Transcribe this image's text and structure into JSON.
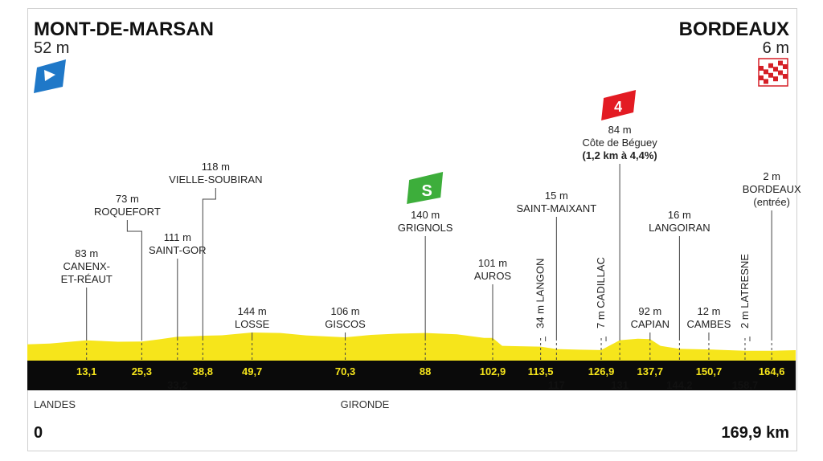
{
  "start": {
    "name": "MONT-DE-MARSAN",
    "altitude": "52 m",
    "icon": "start-flag-icon"
  },
  "finish": {
    "name": "BORDEAUX",
    "altitude": "6 m",
    "icon": "finish-checkered-flag-icon"
  },
  "regions": [
    "LANDES",
    "GIRONDE"
  ],
  "distance_start": "0",
  "distance_total": "169,9 km",
  "colors": {
    "profile": "#f6e51b",
    "bar": "#0a0a0a",
    "km_text": "#f6e51b",
    "sprint": "#3dae3b",
    "climb": "#e31b23",
    "start": "#1f78c8",
    "finish": "#d51f26"
  },
  "chart_data": {
    "type": "area",
    "title": "",
    "xlabel": "",
    "ylabel": "",
    "x_range": [
      0,
      169.9
    ],
    "x_unit": "km",
    "profile": [
      [
        0,
        52
      ],
      [
        5,
        58
      ],
      [
        13.1,
        83
      ],
      [
        20,
        72
      ],
      [
        25.3,
        73
      ],
      [
        29,
        90
      ],
      [
        33.2,
        111
      ],
      [
        36,
        114
      ],
      [
        38.8,
        118
      ],
      [
        43,
        122
      ],
      [
        49.7,
        144
      ],
      [
        56,
        140
      ],
      [
        62,
        120
      ],
      [
        70.3,
        106
      ],
      [
        76,
        125
      ],
      [
        82,
        135
      ],
      [
        88,
        140
      ],
      [
        95,
        130
      ],
      [
        101,
        101
      ],
      [
        102.9,
        101
      ],
      [
        105,
        40
      ],
      [
        110,
        36
      ],
      [
        113.5,
        34
      ],
      [
        117,
        15
      ],
      [
        122,
        10
      ],
      [
        126.9,
        7
      ],
      [
        131,
        84
      ],
      [
        135,
        95
      ],
      [
        137.7,
        92
      ],
      [
        140,
        40
      ],
      [
        144.2,
        16
      ],
      [
        150.7,
        12
      ],
      [
        155,
        6
      ],
      [
        158.7,
        2
      ],
      [
        164.6,
        2
      ],
      [
        169.9,
        6
      ]
    ],
    "waypoints": [
      {
        "km": "13,1",
        "alt": "83 m",
        "name": "CANENX-\nET-RÉAUT"
      },
      {
        "km": "25,3",
        "alt": "73 m",
        "name": "ROQUEFORT"
      },
      {
        "km": "33,2",
        "alt": "111 m",
        "name": "SAINT-GOR"
      },
      {
        "km": "38,8",
        "alt": "118 m",
        "name": "VIELLE-SOUBIRAN"
      },
      {
        "km": "49,7",
        "alt": "144 m",
        "name": "LOSSE"
      },
      {
        "km": "70,3",
        "alt": "106 m",
        "name": "GISCOS"
      },
      {
        "km": "88",
        "alt": "140 m",
        "name": "GRIGNOLS",
        "marker": "sprint",
        "marker_label": "S"
      },
      {
        "km": "102,9",
        "alt": "101 m",
        "name": "AUROS"
      },
      {
        "km": "113,5",
        "alt": "34 m",
        "name": "LANGON",
        "vertical": true
      },
      {
        "km": "117",
        "alt": "15 m",
        "name": "SAINT-MAIXANT"
      },
      {
        "km": "126,9",
        "alt": "7 m",
        "name": "CADILLAC",
        "vertical": true
      },
      {
        "km": "131",
        "alt": "84 m",
        "name": "Côte de Béguey",
        "detail": "(1,2 km à 4,4%)",
        "marker": "climb",
        "marker_label": "4"
      },
      {
        "km": "137,7",
        "alt": "92 m",
        "name": "CAPIAN"
      },
      {
        "km": "144,2",
        "alt": "16 m",
        "name": "LANGOIRAN"
      },
      {
        "km": "150,7",
        "alt": "12 m",
        "name": "CAMBES"
      },
      {
        "km": "158,7",
        "alt": "2 m",
        "name": "LATRESNE",
        "vertical": true
      },
      {
        "km": "164,6",
        "alt": "2 m",
        "name": "BORDEAUX\n(entrée)"
      }
    ]
  }
}
